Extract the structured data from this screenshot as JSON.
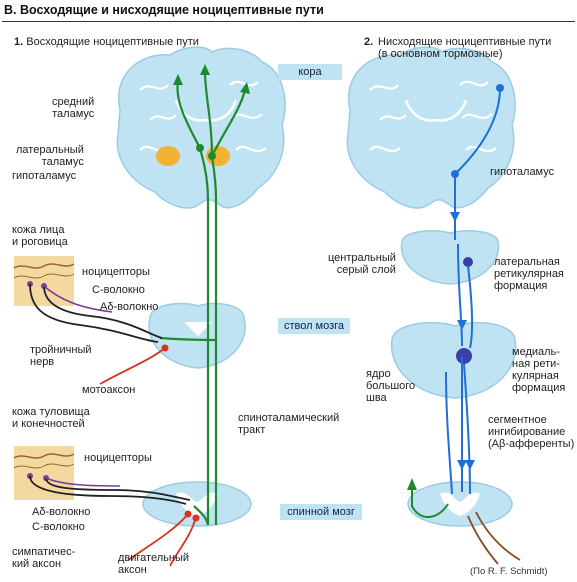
{
  "header": {
    "title": "B. Восходящие и нисходящие ноцицептивные пути"
  },
  "left_panel": {
    "number": "1.",
    "title": "Восходящие ноцицептивные пути",
    "labels": {
      "middle_thalamus": "средний\nталамус",
      "lateral_thalamus": "латеральный\nталамус",
      "hypothalamus": "гипоталамус",
      "face_skin": "кожа лица\nи роговица",
      "nociceptors_1": "ноцицепторы",
      "c_fiber_1": "С-волокно",
      "adelta_fiber_1": "Аδ-волокно",
      "trigeminal": "тройничный\nнерв",
      "motor_axon": "мотоаксон",
      "trunk_skin": "кожа туловища\nи конечностей",
      "nociceptors_2": "ноцицепторы",
      "adelta_fiber_2": "Аδ-волокно",
      "c_fiber_2": "С-волокно",
      "sympathetic_axon": "симпатичес-\nкий аксон",
      "motor_axon_2": "двигательный\nаксон",
      "spinothalamic": "спиноталамический\nтракт"
    }
  },
  "center_boxes": {
    "cortex": "кора",
    "brainstem": "ствол мозга",
    "spinal_cord": "спинной мозг"
  },
  "right_panel": {
    "number": "2.",
    "title": "Нисходящие ноцицептивные пути\n(в основном тормозные)",
    "labels": {
      "hypothalamus": "гипоталамус",
      "central_gray": "центральный\nсерый слой",
      "lateral_reticular": "латеральная\nретикулярная\nформация",
      "medial_reticular": "медиаль-\nная рети-\nкулярная\nформация",
      "raphe": "ядро\nбольшого\nшва",
      "segmental": "сегментное\nингибирование\n(Аβ-афференты)"
    }
  },
  "credit": "(По R. F. Schmidt)",
  "colors": {
    "ascending": "#1e8a2e",
    "descending": "#1f6fd6",
    "tissue": "#bfe3f3",
    "thalamus": "#f2b233",
    "motor": "#d9321f"
  }
}
